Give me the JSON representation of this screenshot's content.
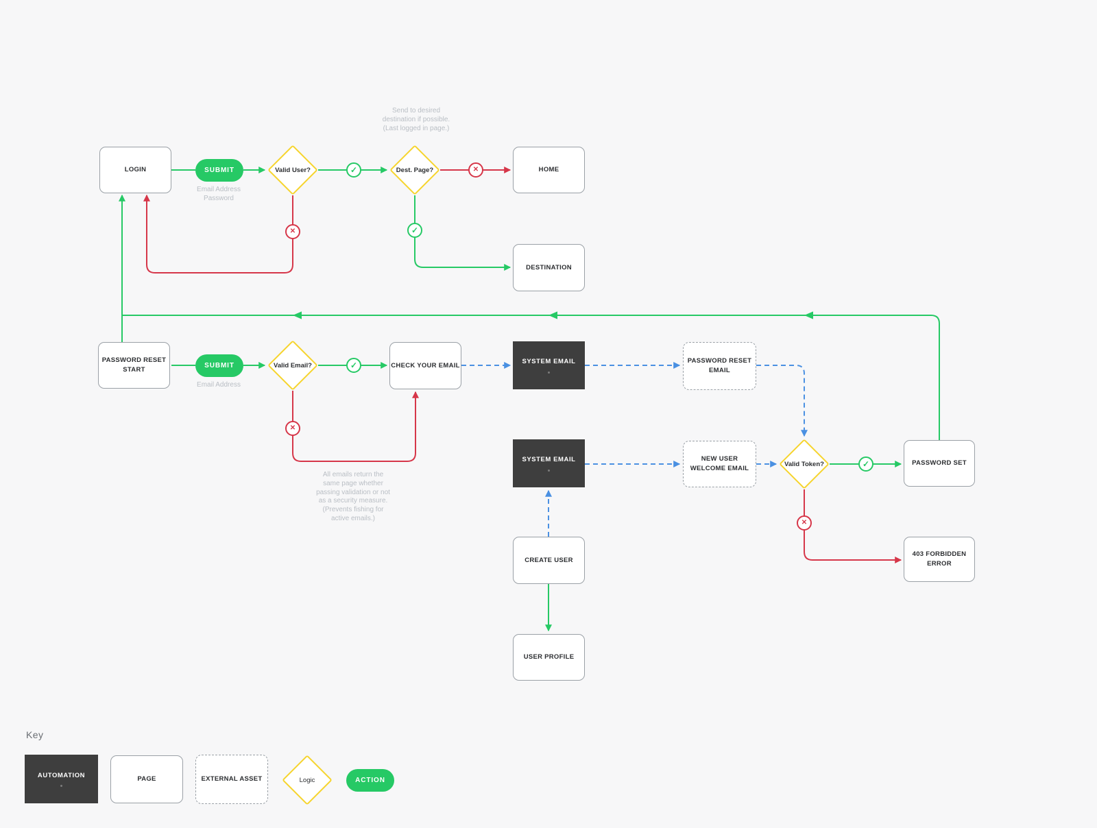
{
  "colors": {
    "background": "#f7f7f8",
    "green": "#26c965",
    "red": "#d63649",
    "yellow": "#f6d42c",
    "blue": "#4a90e2",
    "dark_box": "#3e3e3e",
    "box_border": "#9aa0a6",
    "label_text": "#2b2d30",
    "muted_text": "#b9bec4"
  },
  "flow1": {
    "login": "LOGIN",
    "submit": "SUBMIT",
    "submit_fields": [
      "Email Address",
      "Password"
    ],
    "valid_user": "Valid User?",
    "dest_page": "Dest. Page?",
    "home": "HOME",
    "destination": "DESTINATION",
    "note_lines": [
      "Send to desired",
      "destination if possible.",
      "(Last logged in page.)"
    ]
  },
  "flow2": {
    "password_reset_start": "PASSWORD RESET START",
    "submit": "SUBMIT",
    "submit_fields": [
      "Email Address"
    ],
    "valid_email": "Valid Email?",
    "check_your_email": "CHECK YOUR EMAIL",
    "system_email_1": "SYSTEM EMAIL",
    "password_reset_email": "PASSWORD RESET EMAIL",
    "system_email_2": "SYSTEM EMAIL",
    "new_user_welcome_email": "NEW USER WELCOME EMAIL",
    "valid_token": "Valid Token?",
    "password_set": "PASSWORD SET",
    "forbidden_error": "403 FORBIDDEN ERROR",
    "create_user": "CREATE USER",
    "user_profile": "USER PROFILE",
    "note_lines": [
      "All emails return the",
      "same page whether",
      "passing validation or not",
      "as a security measure.",
      "(Prevents fishing for",
      "active emails.)"
    ]
  },
  "key": {
    "title": "Key",
    "automation": "AUTOMATION",
    "page": "PAGE",
    "external_asset": "EXTERNAL ASSET",
    "logic": "Logic",
    "action": "ACTION"
  },
  "icons": {
    "check": "✓",
    "cross": "✕"
  }
}
